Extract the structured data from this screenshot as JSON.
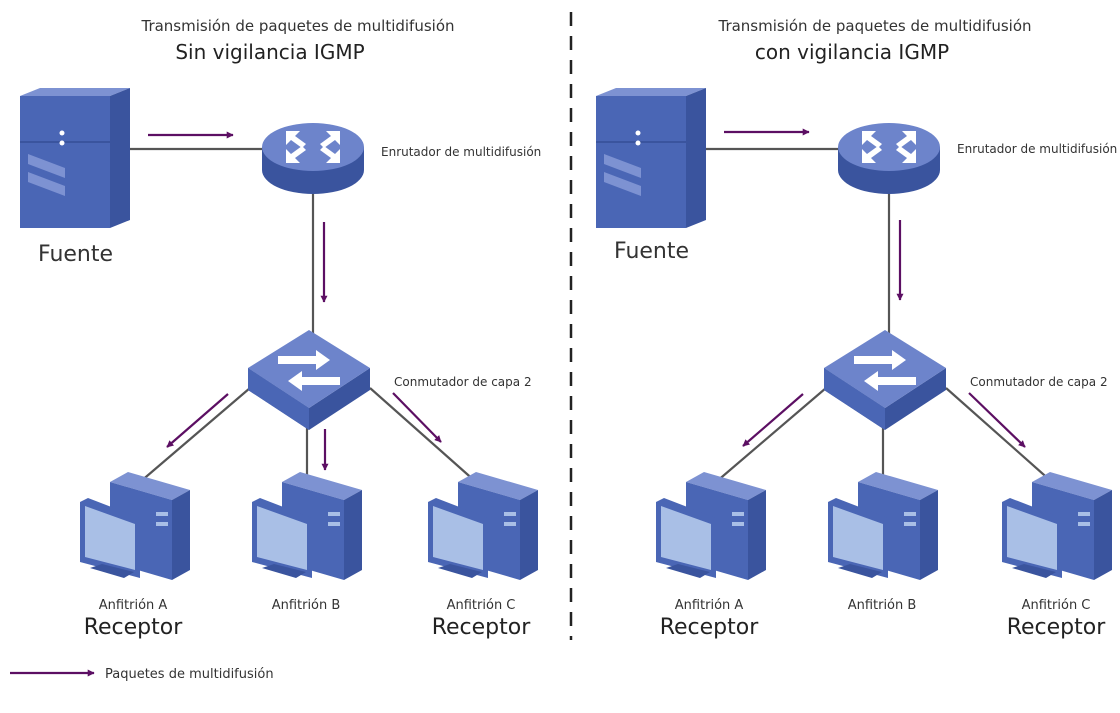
{
  "colors": {
    "accent_arrow": "#5c0f63",
    "link_line": "#555555",
    "device_front": "#4a66b5",
    "device_top": "#7d92d2",
    "device_side": "#3a549e",
    "screen": "#a9bfe6"
  },
  "icons": {
    "source": "server-icon",
    "router": "router-icon",
    "switch": "switch-icon",
    "host": "desktop-computer-icon",
    "packet": "arrow-right-icon"
  },
  "panels": [
    {
      "id": "left",
      "title": "Transmisión de paquetes de multidifusión",
      "subtitle": "Sin vigilancia IGMP",
      "source_label": "Fuente",
      "router_label": "Enrutador de multidifusión",
      "switch_label": "Conmutador de capa 2",
      "hosts": [
        {
          "label": "Anfitrión A",
          "role": "Receptor",
          "receives_multicast": true
        },
        {
          "label": "Anfitrión B",
          "role": "",
          "receives_multicast": true
        },
        {
          "label": "Anfitrión C",
          "role": "Receptor",
          "receives_multicast": true
        }
      ]
    },
    {
      "id": "right",
      "title": "Transmisión de paquetes de multidifusión",
      "subtitle": "con vigilancia IGMP",
      "source_label": "Fuente",
      "router_label": "Enrutador de multidifusión",
      "switch_label": "Conmutador de capa 2",
      "hosts": [
        {
          "label": "Anfitrión A",
          "role": "Receptor",
          "receives_multicast": true
        },
        {
          "label": "Anfitrión B",
          "role": "",
          "receives_multicast": false
        },
        {
          "label": "Anfitrión C",
          "role": "Receptor",
          "receives_multicast": true
        }
      ]
    }
  ],
  "legend": {
    "label": "Paquetes de multidifusión"
  }
}
